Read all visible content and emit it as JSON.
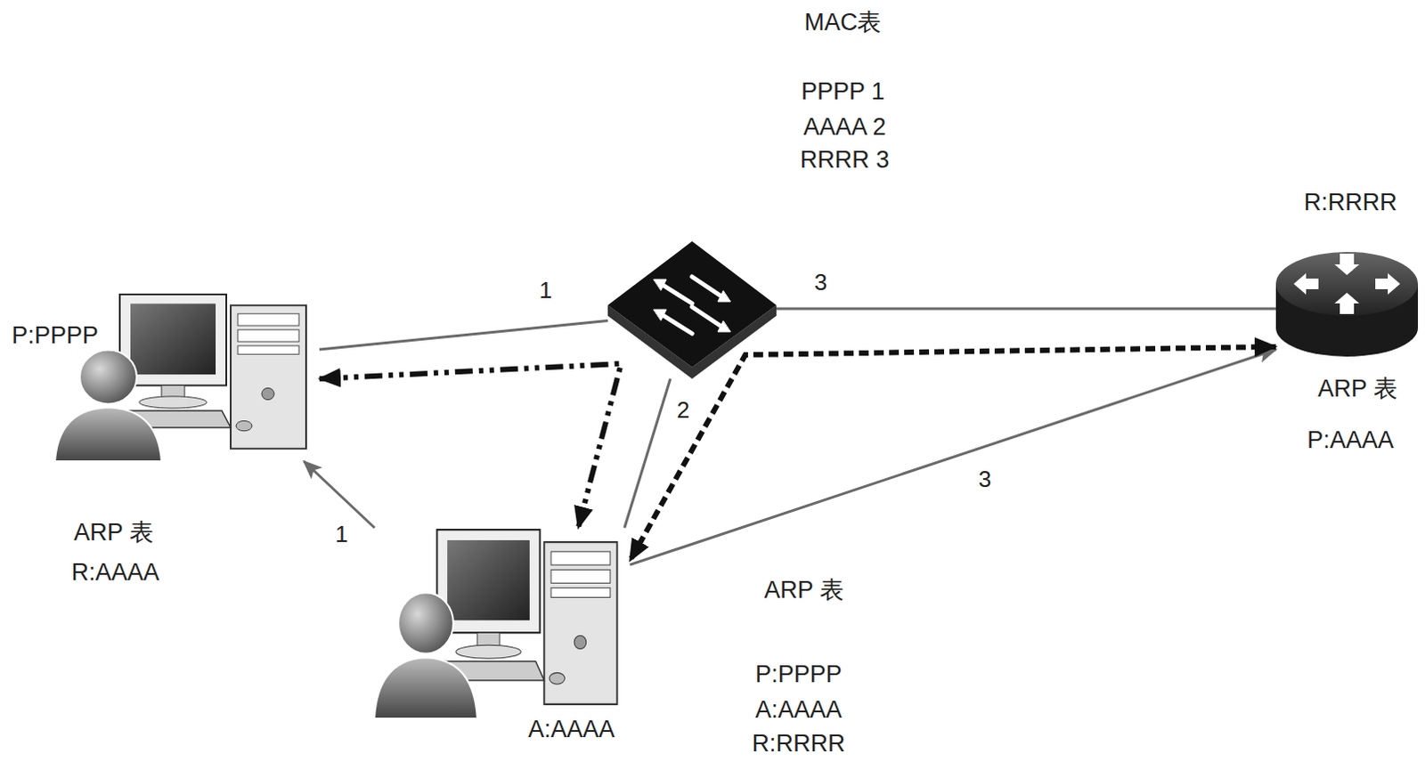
{
  "diagram": {
    "nodes": [
      {
        "text": [
          "P:PPPP",
          "ARP 表",
          "R:AAAA"
        ]
      },
      {
        "text": [
          "MAC表",
          "PPPP 1",
          "AAAA 2",
          "RRRR 3"
        ]
      },
      {
        "text": [
          "R:RRRR",
          "ARP 表",
          "P:AAAA"
        ]
      },
      {
        "text": [
          "A:AAAA",
          "ARP 表",
          "P:PPPP",
          "A:AAAA",
          "R:RRRR"
        ]
      }
    ],
    "edges": [
      {
        "from": 1,
        "to": 0,
        "arrow": "none",
        "label": "1"
      },
      {
        "from": 1,
        "to": 3,
        "arrow": "none",
        "label": "2"
      },
      {
        "from": 1,
        "to": 2,
        "arrow": "none",
        "label": "3"
      },
      {
        "from": 3,
        "to": 0,
        "arrow": "to",
        "label": "1"
      },
      {
        "from": 3,
        "to": 2,
        "arrow": "to",
        "label": "3"
      },
      {
        "from": 0,
        "to": 3,
        "arrow": "both"
      },
      {
        "from": 2,
        "to": 3,
        "arrow": "both"
      }
    ]
  }
}
